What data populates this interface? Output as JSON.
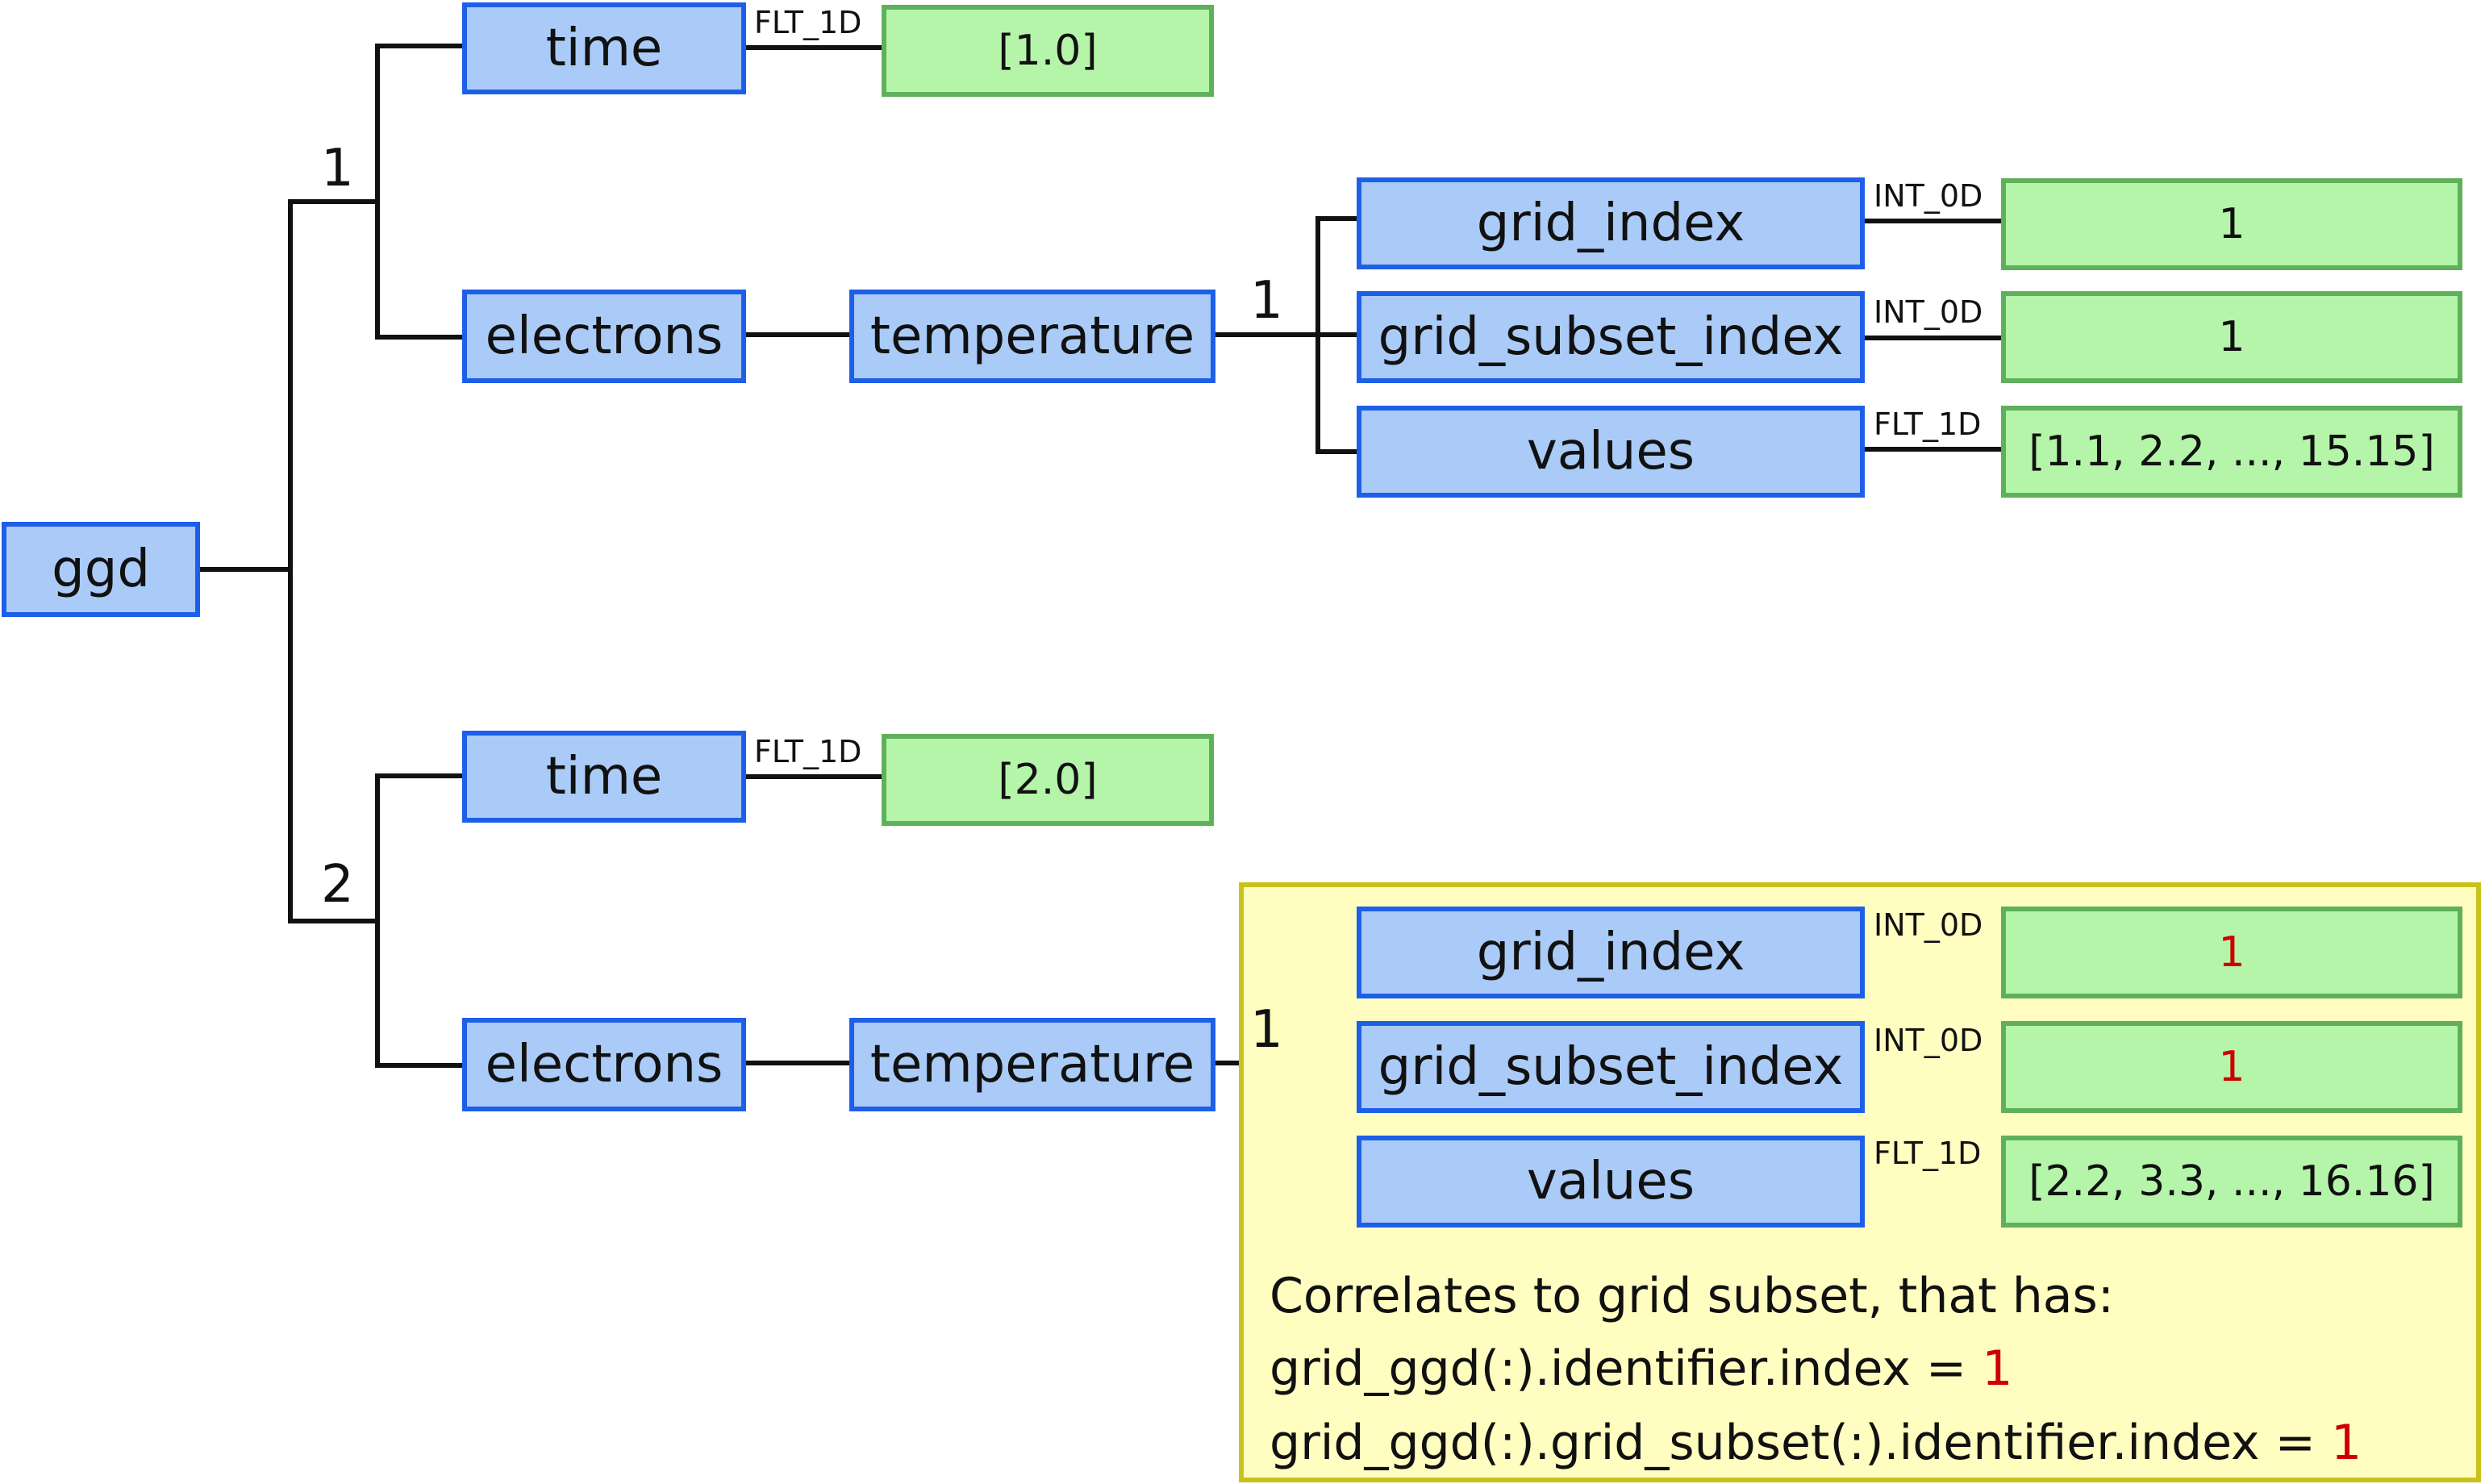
{
  "root": {
    "label": "ggd"
  },
  "timeslices": [
    {
      "index_label": "1",
      "time": {
        "label": "time",
        "type": "FLT_1D",
        "value": "[1.0]"
      },
      "electrons": {
        "label": "electrons"
      },
      "temperature": {
        "label": "temperature",
        "index_label": "1"
      },
      "fields": [
        {
          "label": "grid_index",
          "type": "INT_0D",
          "value": "1"
        },
        {
          "label": "grid_subset_index",
          "type": "INT_0D",
          "value": "1"
        },
        {
          "label": "values",
          "type": "FLT_1D",
          "value": "[1.1, 2.2, ..., 15.15]"
        }
      ]
    },
    {
      "index_label": "2",
      "time": {
        "label": "time",
        "type": "FLT_1D",
        "value": "[2.0]"
      },
      "electrons": {
        "label": "electrons"
      },
      "temperature": {
        "label": "temperature",
        "index_label": "1"
      },
      "fields": [
        {
          "label": "grid_index",
          "type": "INT_0D",
          "value": "1"
        },
        {
          "label": "grid_subset_index",
          "type": "INT_0D",
          "value": "1"
        },
        {
          "label": "values",
          "type": "FLT_1D",
          "value": "[2.2, 3.3, ..., 16.16]"
        }
      ]
    }
  ],
  "note": {
    "line1": "Correlates to grid subset, that has:",
    "line2_prefix": "grid_ggd(:).identifier.index = ",
    "line2_value": "1",
    "line3_prefix": "grid_ggd(:).grid_subset(:).identifier.index = ",
    "line3_value": "1"
  },
  "colors": {
    "node_fill": "#aacbf7",
    "node_border": "#1d5fe8",
    "value_fill": "#b5f5aa",
    "value_border": "#5fb05a",
    "highlight_text": "#cc0000",
    "note_fill": "#fffdc0",
    "note_border": "#c9c21b",
    "line": "#111111"
  }
}
